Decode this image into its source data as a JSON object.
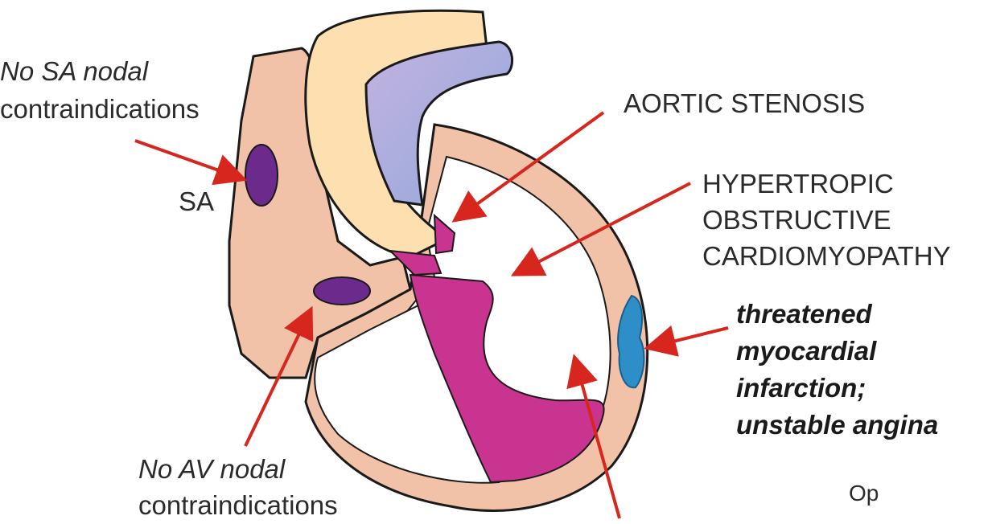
{
  "labels": {
    "sa_no_contra_line1": "No SA nodal",
    "sa_no_contra_line2": "contraindications",
    "sa": "SA",
    "aortic_stenosis": "AORTIC STENOSIS",
    "hocm_line1": "HYPERTROPIC",
    "hocm_line2": "OBSTRUCTIVE",
    "hocm_line3": "CARDIOMYOPATHY",
    "mi_line1": "threatened",
    "mi_line2": "myocardial",
    "mi_line3": "infarction;",
    "mi_line4": "unstable angina",
    "av_no_contra_line1": "No AV nodal",
    "av_no_contra_line2": "contraindications",
    "op": "Op"
  },
  "colors": {
    "atrium_wall": "#f2c2a8",
    "aorta": "#fddfb0",
    "pulmonary": "#b7c4e6",
    "septum": "#c8348f",
    "node": "#6b2a8c",
    "ischemia": "#2e8fc8",
    "arrow": "#d7261e"
  }
}
